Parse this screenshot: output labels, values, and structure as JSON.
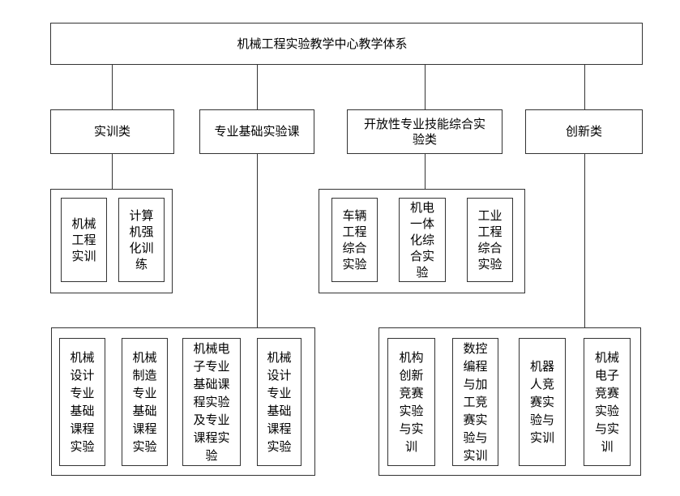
{
  "diagram": {
    "root": "机械工程实验教学中心教学体系",
    "categories": {
      "training": "实训类",
      "basic_course": "专业基础实验课",
      "open_comprehensive": "开放性专业技能综合实验类",
      "innovation": "创新类"
    },
    "training_items": [
      "机械工程实训",
      "计算机强化训练"
    ],
    "open_comprehensive_items": [
      "车辆工程综合实验",
      "机电一体化综合实验",
      "工业工程综合实验"
    ],
    "basic_course_items": [
      "机械设计专业基础课程实验",
      "机械制造专业基础课程实验",
      "机械电子专业基础课程实验及专业课程实验",
      "机械设计专业基础课程实验"
    ],
    "innovation_items": [
      "机构创新竞赛实验与实训",
      "数控编程与加工竞赛实验与实训",
      "机器人竞赛实验与实训",
      "机械电子竞赛实验与实训"
    ],
    "colors": {
      "line": "#333333",
      "background": "#ffffff",
      "text": "#000000"
    }
  }
}
